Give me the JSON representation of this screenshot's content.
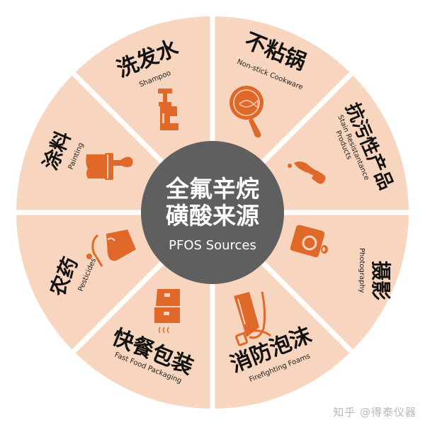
{
  "colors": {
    "segment_fill": "#f8d5be",
    "icon": "#e0692a",
    "center_fill": "#5f5f5f",
    "divider": "#ffffff",
    "text": "#111111"
  },
  "center": {
    "title_line1": "全氟辛烷",
    "title_line2": "磺酸来源",
    "subtitle": "PFOS Sources"
  },
  "segments": [
    {
      "zh": "洗发水",
      "en": "Shampoo",
      "icon": "pump-bottle-icon"
    },
    {
      "zh": "不粘锅",
      "en": "Non-stick Cookware",
      "icon": "frying-pan-fish-icon"
    },
    {
      "zh": "抗污性产品",
      "en_line1": "Stain Resistantance",
      "en_line2": "Products",
      "icon": "dropper-icon"
    },
    {
      "zh": "摄影",
      "en": "Photography",
      "icon": "camera-icon"
    },
    {
      "zh": "消防泡沫",
      "en": "Firefighting Foams",
      "icon": "fire-extinguisher-hose-icon"
    },
    {
      "zh": "快餐包装",
      "en": "Fast Food Packaging",
      "icon": "takeout-boxes-icon"
    },
    {
      "zh": "农药",
      "en": "Pesticides",
      "icon": "spray-bottle-icon"
    },
    {
      "zh": "涂料",
      "en": "Painting",
      "icon": "paint-brush-icon"
    }
  ],
  "watermark": "知乎 @得泰仪器"
}
